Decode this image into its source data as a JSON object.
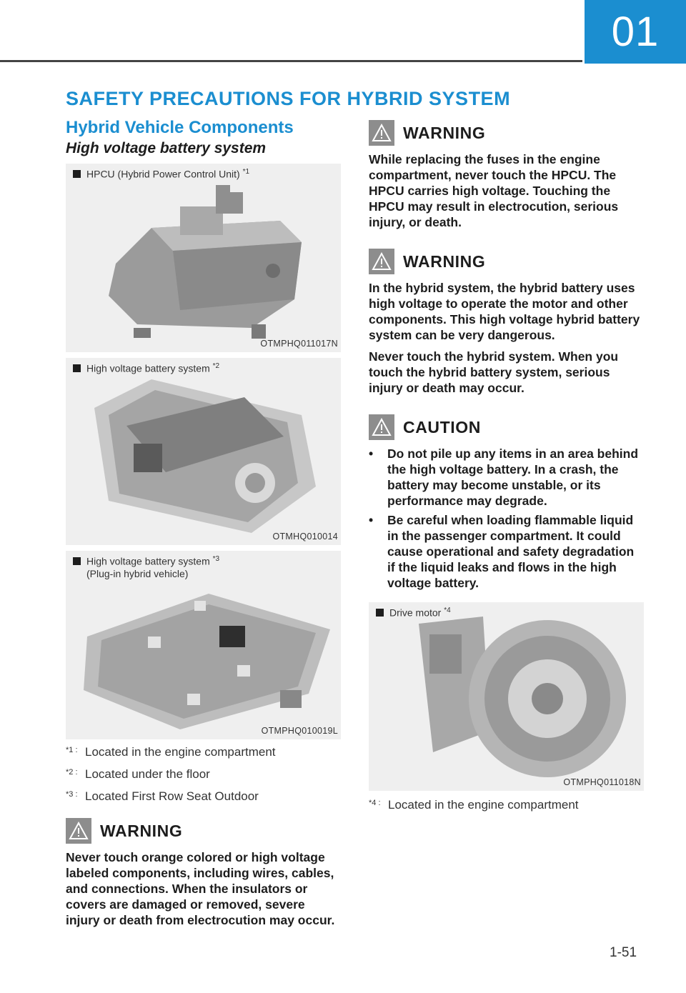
{
  "chapter": "01",
  "section_title": "SAFETY PRECAUTIONS FOR HYBRID SYSTEM",
  "subsection_title": "Hybrid Vehicle Components",
  "subsubsection_title": "High voltage battery system",
  "figures": [
    {
      "caption": "HPCU (Hybrid Power Control Unit)",
      "ref": "*1",
      "code": "OTMPHQ011017N",
      "icon": "hpcu-illustration"
    },
    {
      "caption": "High voltage battery system",
      "ref": "*2",
      "code": "OTMHQ010014",
      "icon": "battery-illustration"
    },
    {
      "caption": "High voltage battery system",
      "ref": "*3",
      "caption_line2": "(Plug-in hybrid vehicle)",
      "code": "OTMPHQ010019L",
      "icon": "phev-battery-illustration"
    },
    {
      "caption": "Drive motor",
      "ref": "*4",
      "code": "OTMPHQ011018N",
      "icon": "drive-motor-illustration"
    }
  ],
  "footnotes_left": [
    {
      "mark": "*1 :",
      "text": "Located in the engine compartment"
    },
    {
      "mark": "*2 :",
      "text": "Located under the floor"
    },
    {
      "mark": "*3 :",
      "text": "Located First Row Seat Outdoor"
    }
  ],
  "footnote_right": {
    "mark": "*4 :",
    "text": "Located in the engine compartment"
  },
  "warning_left": {
    "title": "WARNING",
    "text": "Never touch orange colored or high voltage labeled components, including wires, cables, and connections. When the insulators or covers are damaged or removed, severe injury or death from electrocution may occur."
  },
  "warning_right_1": {
    "title": "WARNING",
    "text": "While replacing the fuses in the engine compartment, never touch the HPCU. The HPCU carries high voltage. Touching the HPCU may result in electrocution, serious injury, or death."
  },
  "warning_right_2": {
    "title": "WARNING",
    "text1": "In the hybrid system, the hybrid battery uses high voltage to operate the motor and other components. This high voltage hybrid battery system can be very dangerous.",
    "text2": "Never touch the hybrid system. When you touch the hybrid battery system, serious injury or death may occur."
  },
  "caution": {
    "title": "CAUTION",
    "bullets": [
      "Do not pile up any items in an area behind the high voltage battery. In a crash, the battery may become unstable, or its performance may degrade.",
      "Be careful when loading flammable liquid in the passenger compartment. It could cause operational and safety degradation if the liquid leaks and flows in the high voltage battery."
    ]
  },
  "bullet_glyph": "•",
  "warning_icon": "warning-triangle-icon",
  "page_number": "1-51",
  "colors": {
    "accent": "#1b8ed0",
    "figure_bg": "#efefef",
    "icon_bg": "#8d8d8d"
  }
}
